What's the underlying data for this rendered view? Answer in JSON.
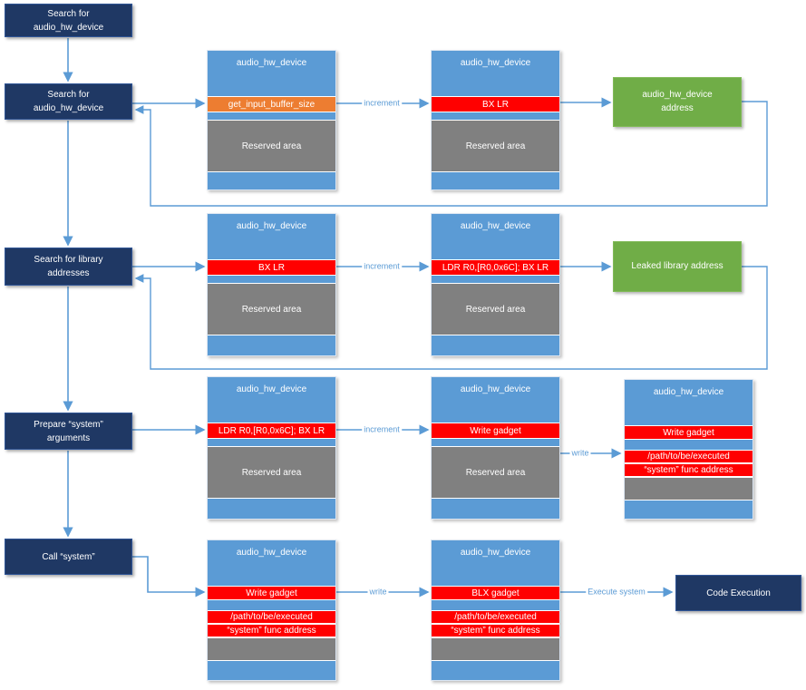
{
  "colors": {
    "accent": "#5B9BD5",
    "navy": "#1F3864",
    "navyBorder": "#2F5597",
    "red": "#FF0000",
    "orange": "#ED7D31",
    "green": "#70AD47",
    "gray": "#808080"
  },
  "steps": {
    "s1": {
      "l1": "Search for",
      "l2": "audio_hw_device"
    },
    "s2": {
      "l1": "Search for",
      "l2": "audio_hw_device"
    },
    "s3": {
      "l1": "Search for library",
      "l2": "addresses"
    },
    "s4": {
      "l1": "Prepare “system”",
      "l2": "arguments"
    },
    "s5": {
      "l1": "Call “system”"
    }
  },
  "mem": {
    "header": "audio_hw_device",
    "reserved": "Reserved area",
    "rows": {
      "r1c2": "get_input_buffer_size",
      "r1c3": "BX LR",
      "r2c2": "BX LR",
      "r2c3": "LDR R0,[R0,0x6C]; BX LR",
      "r3c2": "LDR R0,[R0,0x6C]; BX LR",
      "r3c3": "Write gadget",
      "r3c4": "Write gadget",
      "r4c2": "Write gadget",
      "r4c3": "BLX gadget",
      "path": "/path/to/be/executed",
      "sysaddr": "“system” func address"
    }
  },
  "results": {
    "r1": {
      "l1": "audio_hw_device",
      "l2": "address"
    },
    "r2": "Leaked library address",
    "final": "Code Execution"
  },
  "labels": {
    "increment": "increment",
    "write": "write",
    "execute": "Execute system"
  }
}
